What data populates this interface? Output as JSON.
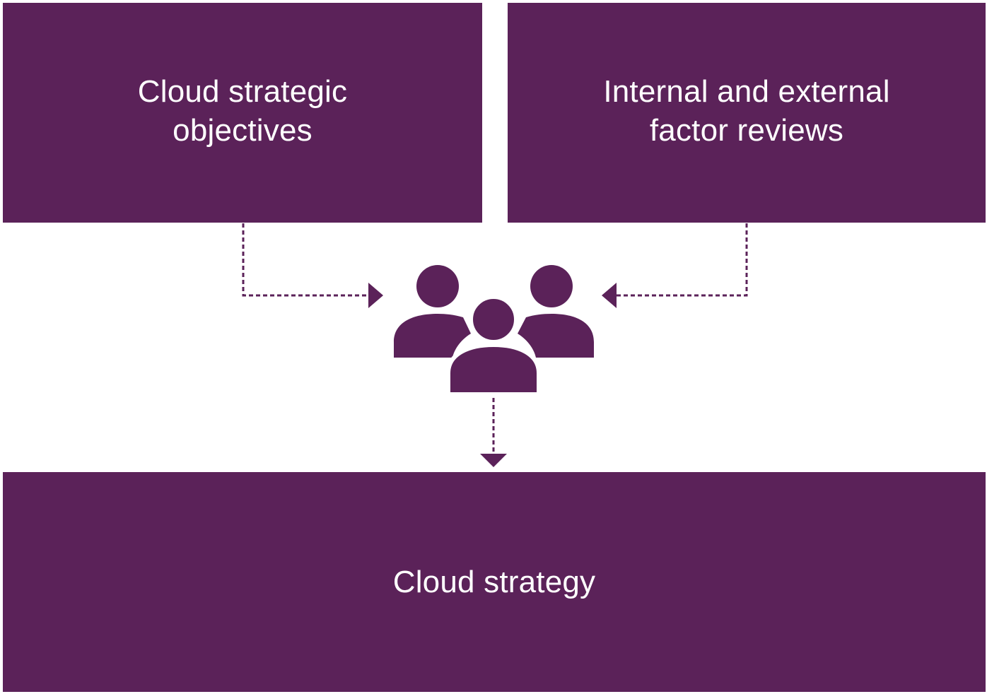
{
  "boxes": {
    "top_left": {
      "label": "Cloud strategic\nobjectives"
    },
    "top_right": {
      "label": "Internal and external\nfactor reviews"
    },
    "bottom": {
      "label": "Cloud strategy"
    }
  },
  "center_icon": "people-group-icon",
  "colors": {
    "primary": "#5b2259",
    "text": "#ffffff",
    "background": "#ffffff"
  }
}
